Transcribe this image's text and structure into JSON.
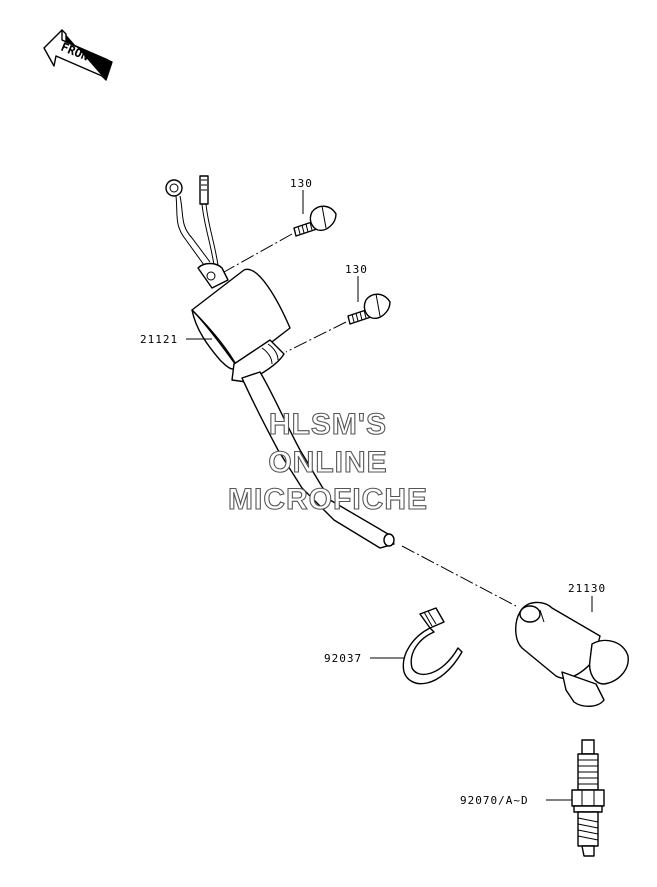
{
  "orientation": {
    "label": "FRONT",
    "icon": "front-arrow-icon"
  },
  "callouts": {
    "bolt_upper": "130",
    "bolt_lower": "130",
    "ignition_coil": "21121",
    "plug_cap": "21130",
    "clamp": "92037",
    "spark_plug": "92070/A~D"
  },
  "watermark": {
    "line1": "HLSM'S",
    "line2": "ONLINE",
    "line3": "MICROFICHE"
  }
}
